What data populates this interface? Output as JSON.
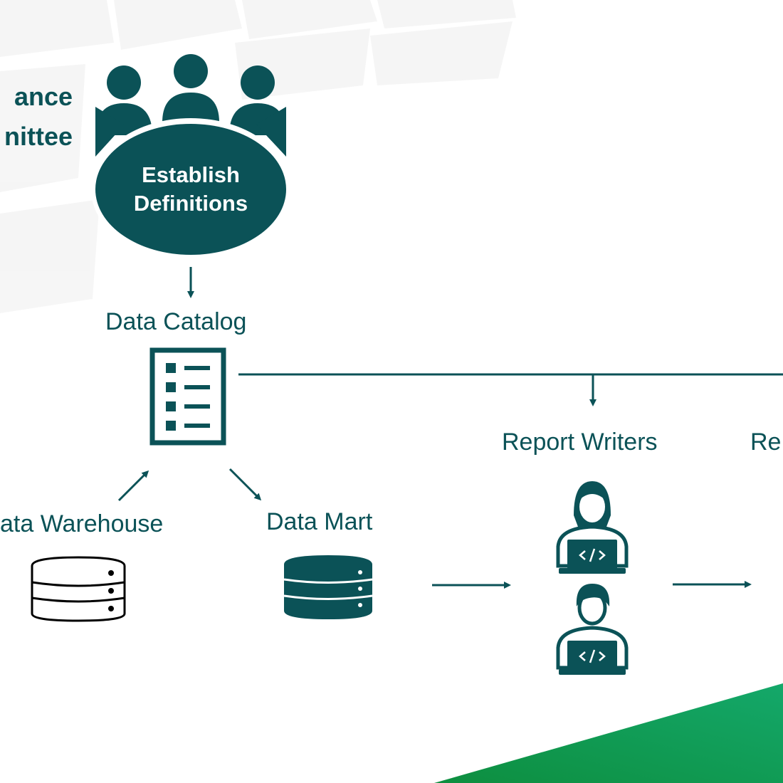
{
  "committee": {
    "title_line1": "ance",
    "title_line2": "nittee",
    "oval_line1": "Establish",
    "oval_line2": "Definitions"
  },
  "nodes": {
    "data_catalog": "Data Catalog",
    "data_warehouse": "ata Warehouse",
    "data_mart": "Data Mart",
    "report_writers": "Report Writers",
    "next_label": "Re"
  },
  "icons": {
    "committee": "people-group-icon",
    "catalog": "checklist-document-icon",
    "warehouse": "database-outline-icon",
    "mart": "database-filled-icon",
    "writer": "developer-laptop-icon"
  },
  "colors": {
    "primary": "#0b5257",
    "accent_green": "#0a9a55",
    "background": "#ffffff"
  }
}
